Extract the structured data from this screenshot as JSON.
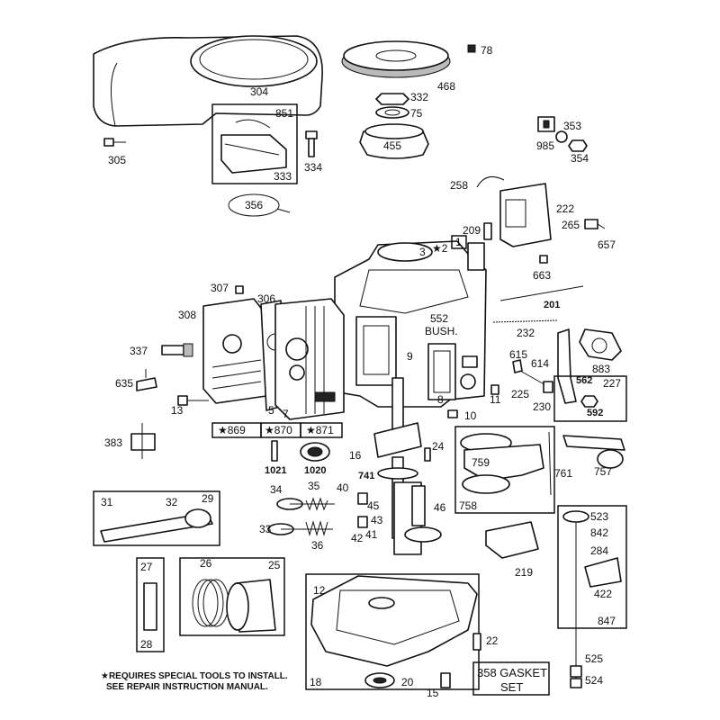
{
  "labels": {
    "l304": "304",
    "l305": "305",
    "l851": "851",
    "l333": "333",
    "l334": "334",
    "l356": "356",
    "l468": "468",
    "l78": "78",
    "l332": "332",
    "l75": "75",
    "l455": "455",
    "l353": "353",
    "l985": "985",
    "l354": "354",
    "l258": "258",
    "l222": "222",
    "l209": "209",
    "l265": "265",
    "l657": "657",
    "l663": "663",
    "l3": "3",
    "l2": "★2",
    "l1": "1",
    "l307": "307",
    "l306": "306",
    "l308": "308",
    "l337": "337",
    "l635": "635",
    "l13": "13",
    "l5": "5",
    "l7": "7",
    "l869": "★869",
    "l870": "★870",
    "l871": "★871",
    "l552": "552",
    "lbush": "BUSH.",
    "l9": "9",
    "l8": "8",
    "l11": "11",
    "l10": "10",
    "l201": "201",
    "l232": "232",
    "l615": "615",
    "l614": "614",
    "l225": "225",
    "l230": "230",
    "l562": "562",
    "l883": "883",
    "l227": "227",
    "l592": "592",
    "l383": "383",
    "l1021": "1021",
    "l1020": "1020",
    "l16": "16",
    "l24": "24",
    "l741": "741",
    "l759": "759",
    "l761": "761",
    "l758": "758",
    "l757": "757",
    "l31": "31",
    "l32": "32",
    "l29": "29",
    "l34": "34",
    "l35": "35",
    "l40": "40",
    "l45": "45",
    "l46": "46",
    "l43": "43",
    "l41": "41",
    "l33": "33",
    "l42": "42",
    "l36": "36",
    "l219": "219",
    "l523": "523",
    "l842": "842",
    "l284": "284",
    "l422": "422",
    "l847": "847",
    "l525": "525",
    "l524": "524",
    "l27": "27",
    "l28": "28",
    "l26": "26",
    "l25": "25",
    "l12": "12",
    "l22": "22",
    "l18": "18",
    "l20": "20",
    "l15": "15",
    "l358": "358 GASKET",
    "lset": "SET"
  },
  "footnote": {
    "line1": "★REQUIRES SPECIAL TOOLS TO INSTALL.",
    "line2": "SEE REPAIR INSTRUCTION MANUAL."
  }
}
